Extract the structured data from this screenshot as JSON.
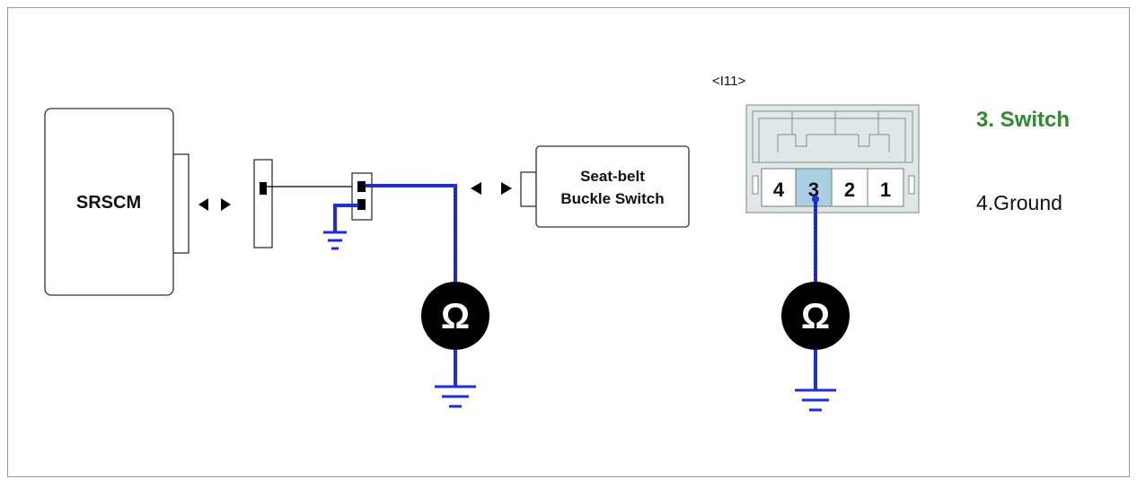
{
  "diagram": {
    "srscm_label": "SRSCM",
    "buckle_label_line1": "Seat-belt",
    "buckle_label_line2": "Buckle Switch",
    "connector_id": "<I11>",
    "pins": [
      "4",
      "3",
      "2",
      "1"
    ],
    "highlighted_pin": "3",
    "ohm_symbol": "Ω",
    "legend_switch": "3. Switch",
    "legend_ground": "4.Ground",
    "colors": {
      "wire": "#1f2de0",
      "legend_switch": "#2e8b2e",
      "pin_highlight": "#a9cfe0",
      "connector_fill": "#dfe8e6"
    }
  }
}
